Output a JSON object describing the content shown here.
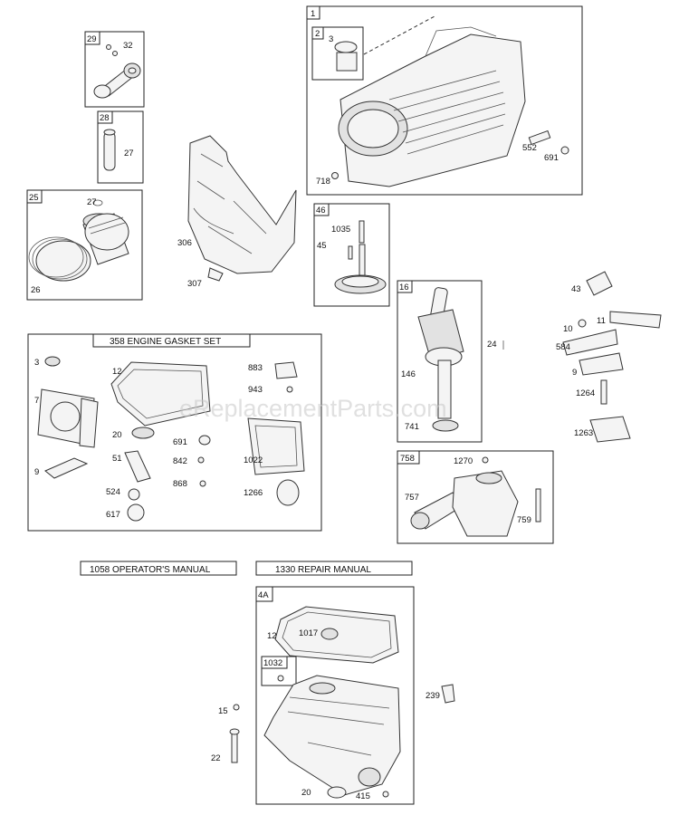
{
  "watermark": "eReplacementParts.com",
  "sections": {
    "gasket_set": "358 ENGINE GASKET SET",
    "operators_manual": "1058 OPERATOR'S MANUAL",
    "repair_manual": "1330 REPAIR MANUAL"
  },
  "box_tags": {
    "cylinder": "1",
    "piston_sub": "2",
    "rod": "29",
    "pin": "28",
    "piston": "25",
    "governor": "46",
    "crank": "16",
    "cam": "758",
    "sump": "4A",
    "sump_sub": "1032"
  },
  "part_labels": {
    "p3_cyl": "3",
    "p552": "552",
    "p691_cyl": "691",
    "p718": "718",
    "p32": "32",
    "p27_pin": "27",
    "p27_ring": "27",
    "p26": "26",
    "p306": "306",
    "p307": "307",
    "p1035": "1035",
    "p45": "45",
    "p43": "43",
    "p10": "10",
    "p11": "11",
    "p584": "584",
    "p9_r": "9",
    "p1264": "1264",
    "p1263": "1263",
    "p24": "24",
    "p146": "146",
    "p741": "741",
    "p3_g": "3",
    "p7": "7",
    "p9_g": "9",
    "p12_g": "12",
    "p20_g": "20",
    "p691_g": "691",
    "p51": "51",
    "p842": "842",
    "p524": "524",
    "p868": "868",
    "p617": "617",
    "p883": "883",
    "p943": "943",
    "p1022": "1022",
    "p1266": "1266",
    "p1270": "1270",
    "p757": "757",
    "p759": "759",
    "p12_s": "12",
    "p1017": "1017",
    "p15": "15",
    "p22": "22",
    "p239": "239",
    "p20_s": "20",
    "p415": "415"
  }
}
